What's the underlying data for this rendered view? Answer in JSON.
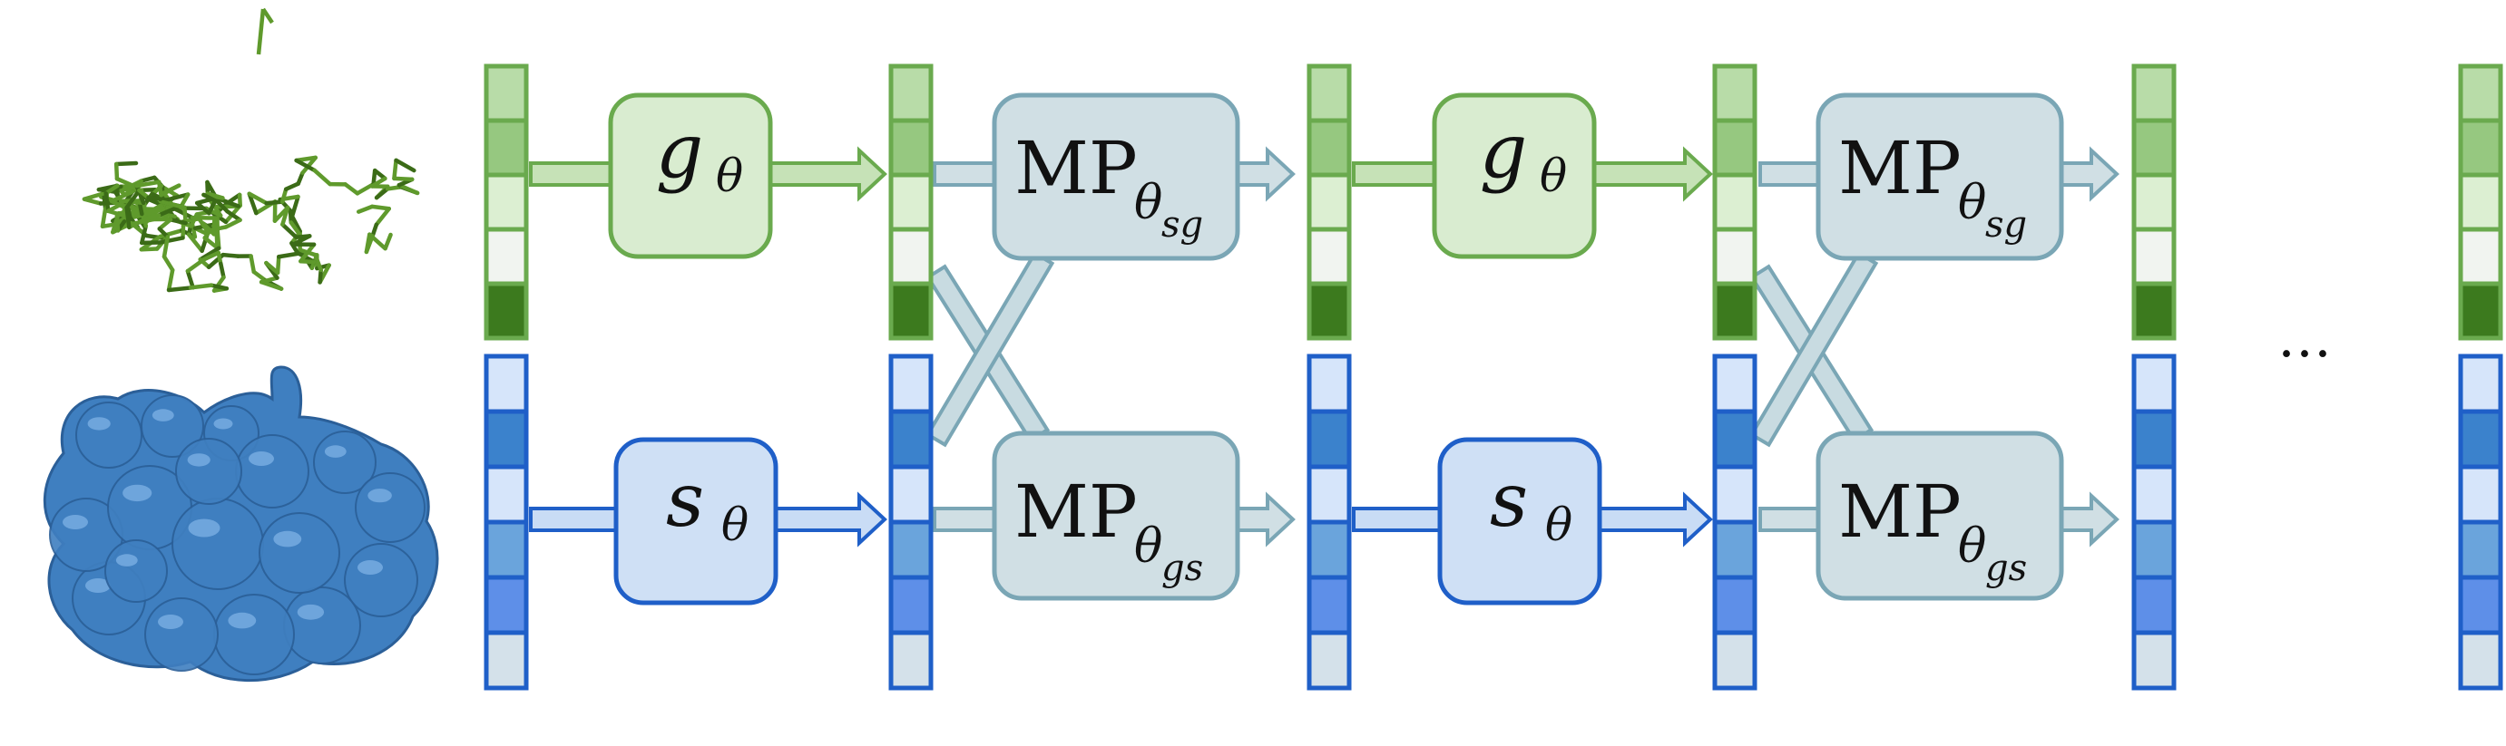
{
  "colors": {
    "green_stroke": "#6aaa4e",
    "green_fill": "#d9ecd0",
    "green_arrow": "#c6e2b7",
    "blue_stroke": "#1f5fc8",
    "blue_fill": "#cfe0f5",
    "blue_arrow": "#c9dcf5",
    "mp_stroke": "#7aa6b5",
    "mp_fill": "#d0dfe4",
    "cross_fill": "#c8dbe1",
    "mol_green": "#5f9a2c",
    "mol_green_dark": "#3b6b17",
    "surface_blue": "#3f7fc0",
    "surface_blue_dark": "#2b5f98",
    "surface_blue_light": "#7fb2e6"
  },
  "green_cells": [
    "#b8dca8",
    "#96c880",
    "#dcefd2",
    "#f1f4f0",
    "#3c7a1e"
  ],
  "blue_cells": [
    "#d6e5fa",
    "#3b82cc",
    "#d6e5fa",
    "#6aa4dc",
    "#5e8fe8",
    "#d4e1ea"
  ],
  "boxes": {
    "g_label": "g",
    "g_sub": "θ",
    "s_label": "s",
    "s_sub": "θ",
    "mp_label": "MP",
    "mp_sub_theta": "θ",
    "mp_sub_sg": "sg",
    "mp_sub_gs": "gs"
  },
  "ellipsis": "…",
  "icons": {
    "ligand": "ligand-stick-model-icon",
    "protein": "protein-surface-icon"
  }
}
